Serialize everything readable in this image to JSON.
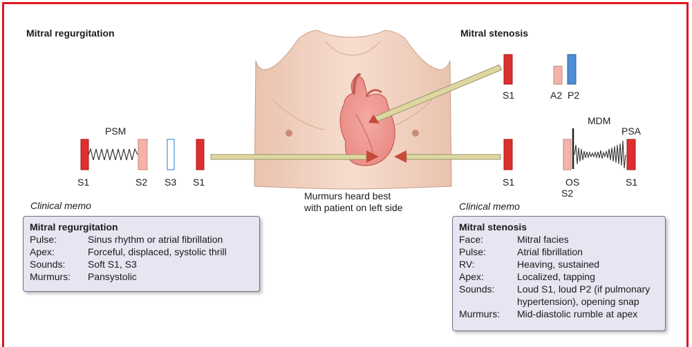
{
  "mitral_regurgitation": {
    "title": "Mitral regurgitation",
    "murmur_label": "PSM",
    "sounds": [
      "S1",
      "S2",
      "S3",
      "S1"
    ]
  },
  "mitral_stenosis": {
    "title": "Mitral stenosis",
    "top_sounds": [
      "S1",
      "A2",
      "P2"
    ],
    "murmur_label": "MDM",
    "presystolic_label": "PSA",
    "bottom_sounds": [
      "S1",
      "OS",
      "S2",
      "S1"
    ]
  },
  "center_note": [
    "Murmurs heard best",
    "with patient on left side"
  ],
  "memo_left": {
    "caption": "Clinical memo",
    "title": "Mitral regurgitation",
    "rows": [
      {
        "label": "Pulse:",
        "value": "Sinus rhythm or atrial fibrillation"
      },
      {
        "label": "Apex:",
        "value": "Forceful, displaced, systolic thrill"
      },
      {
        "label": "Sounds:",
        "value": "Soft S1, S3"
      },
      {
        "label": "Murmurs:",
        "value": "Pansystolic"
      }
    ]
  },
  "memo_right": {
    "caption": "Clinical memo",
    "title": "Mitral stenosis",
    "rows": [
      {
        "label": "Face:",
        "value": "Mitral facies"
      },
      {
        "label": "Pulse:",
        "value": "Atrial fibrillation"
      },
      {
        "label": "RV:",
        "value": "Heaving, sustained"
      },
      {
        "label": "Apex:",
        "value": "Localized, tapping"
      },
      {
        "label": "Sounds:",
        "value": "Loud S1, loud P2 (if pulmonary hypertension), opening snap"
      },
      {
        "label": "Murmurs:",
        "value": "Mid-diastolic rumble at apex"
      }
    ]
  },
  "colors": {
    "frame": "#e1141c",
    "first_sound": "#dd2f2f",
    "second_sound": "#f2b4aa",
    "p2_sound": "#4d8ed8",
    "memo_bg": "#e6e5f1",
    "skin": "#f2d3c2"
  }
}
